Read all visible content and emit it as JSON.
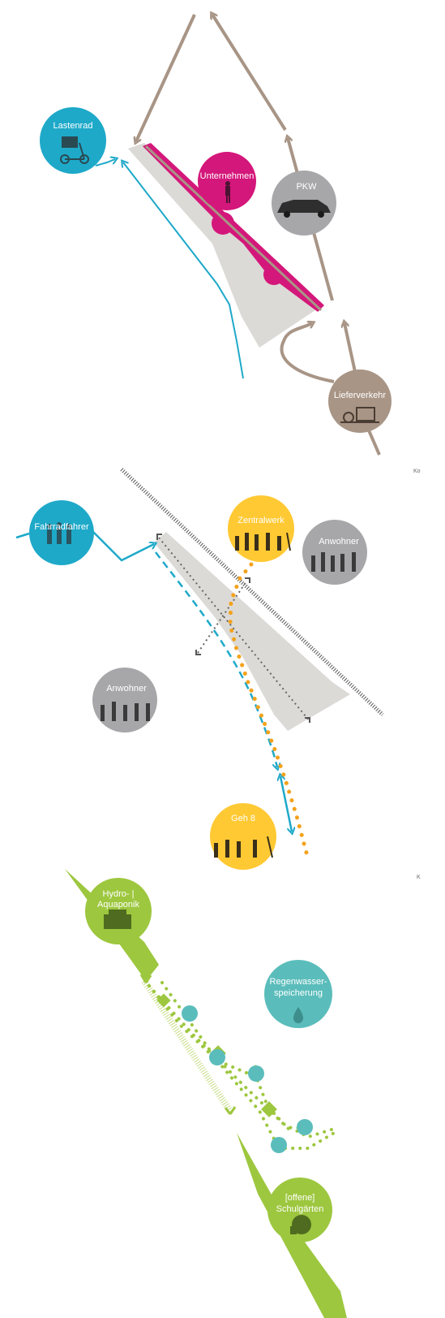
{
  "panel1": {
    "labels": {
      "lastenrad": "Lastenrad",
      "unternehmen": "Unternehmen",
      "pkw": "PKW",
      "lieferverkehr": "Lieferverkehr"
    },
    "side_mark": "Ko"
  },
  "panel2": {
    "labels": {
      "fahrradfahrer": "Fahrradfahrer",
      "zentralwerk": "Zentralwerk",
      "anwohner_right": "Anwohner",
      "anwohner_left": "Anwohner",
      "geh8": "Geh 8"
    },
    "side_mark": "K"
  },
  "panel3": {
    "labels": {
      "hydro_line1": "Hydro- |",
      "hydro_line2": "Aquaponik",
      "regen_line1": "Regenwasser-",
      "regen_line2": "speicherung",
      "schul_line1": "[offene]",
      "schul_line2": "Schulgärten"
    }
  },
  "colors": {
    "teal": "#1ea9c9",
    "magenta": "#d4177a",
    "gray": "#a7a7a9",
    "brown": "#a89586",
    "yellow": "#ffc933",
    "orange_dots": "#f4a21b",
    "green": "#9dc73f",
    "aqua": "#5bbdbb",
    "site_gray": "#dcdad6"
  },
  "icons": {
    "cargo_bike": "cargo-bike-icon",
    "person": "person-icon",
    "car": "car-icon",
    "delivery": "delivery-icon",
    "cyclists": "cyclists-icon",
    "group": "people-group-icon",
    "plant": "plant-icon",
    "water_drop": "water-drop-icon"
  }
}
